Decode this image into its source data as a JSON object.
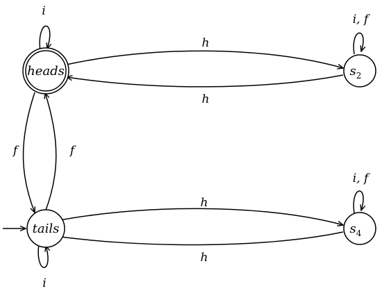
{
  "states": {
    "heads": "heads",
    "tails": "tails",
    "s2": {
      "base": "s",
      "sub": "2"
    },
    "s4": {
      "base": "s",
      "sub": "4"
    }
  },
  "labels": {
    "heads_loop": "i",
    "tails_loop": "i",
    "s2_loop": "i, f",
    "s4_loop": "i, f",
    "heads_to_s2": "h",
    "s2_to_heads": "h",
    "heads_to_tails": "f",
    "tails_to_heads": "f",
    "tails_to_s4": "h",
    "s4_to_tails": "h"
  }
}
